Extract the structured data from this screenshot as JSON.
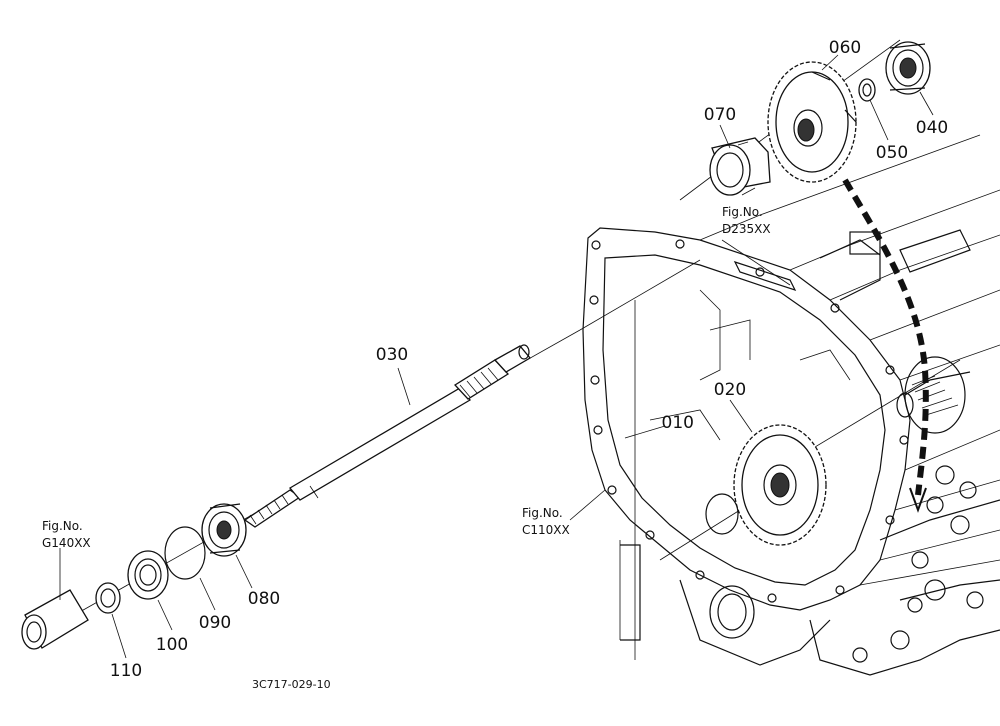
{
  "diagram": {
    "part_labels": [
      "010",
      "020",
      "030",
      "040",
      "050",
      "060",
      "070",
      "080",
      "090",
      "100",
      "110"
    ],
    "figure_refs": [
      {
        "line1": "Fig.No.",
        "line2": "D235XX"
      },
      {
        "line1": "Fig.No.",
        "line2": "C110XX"
      },
      {
        "line1": "Fig.No.",
        "line2": "G140XX"
      }
    ],
    "drawing_code": "3C717-029-10"
  }
}
